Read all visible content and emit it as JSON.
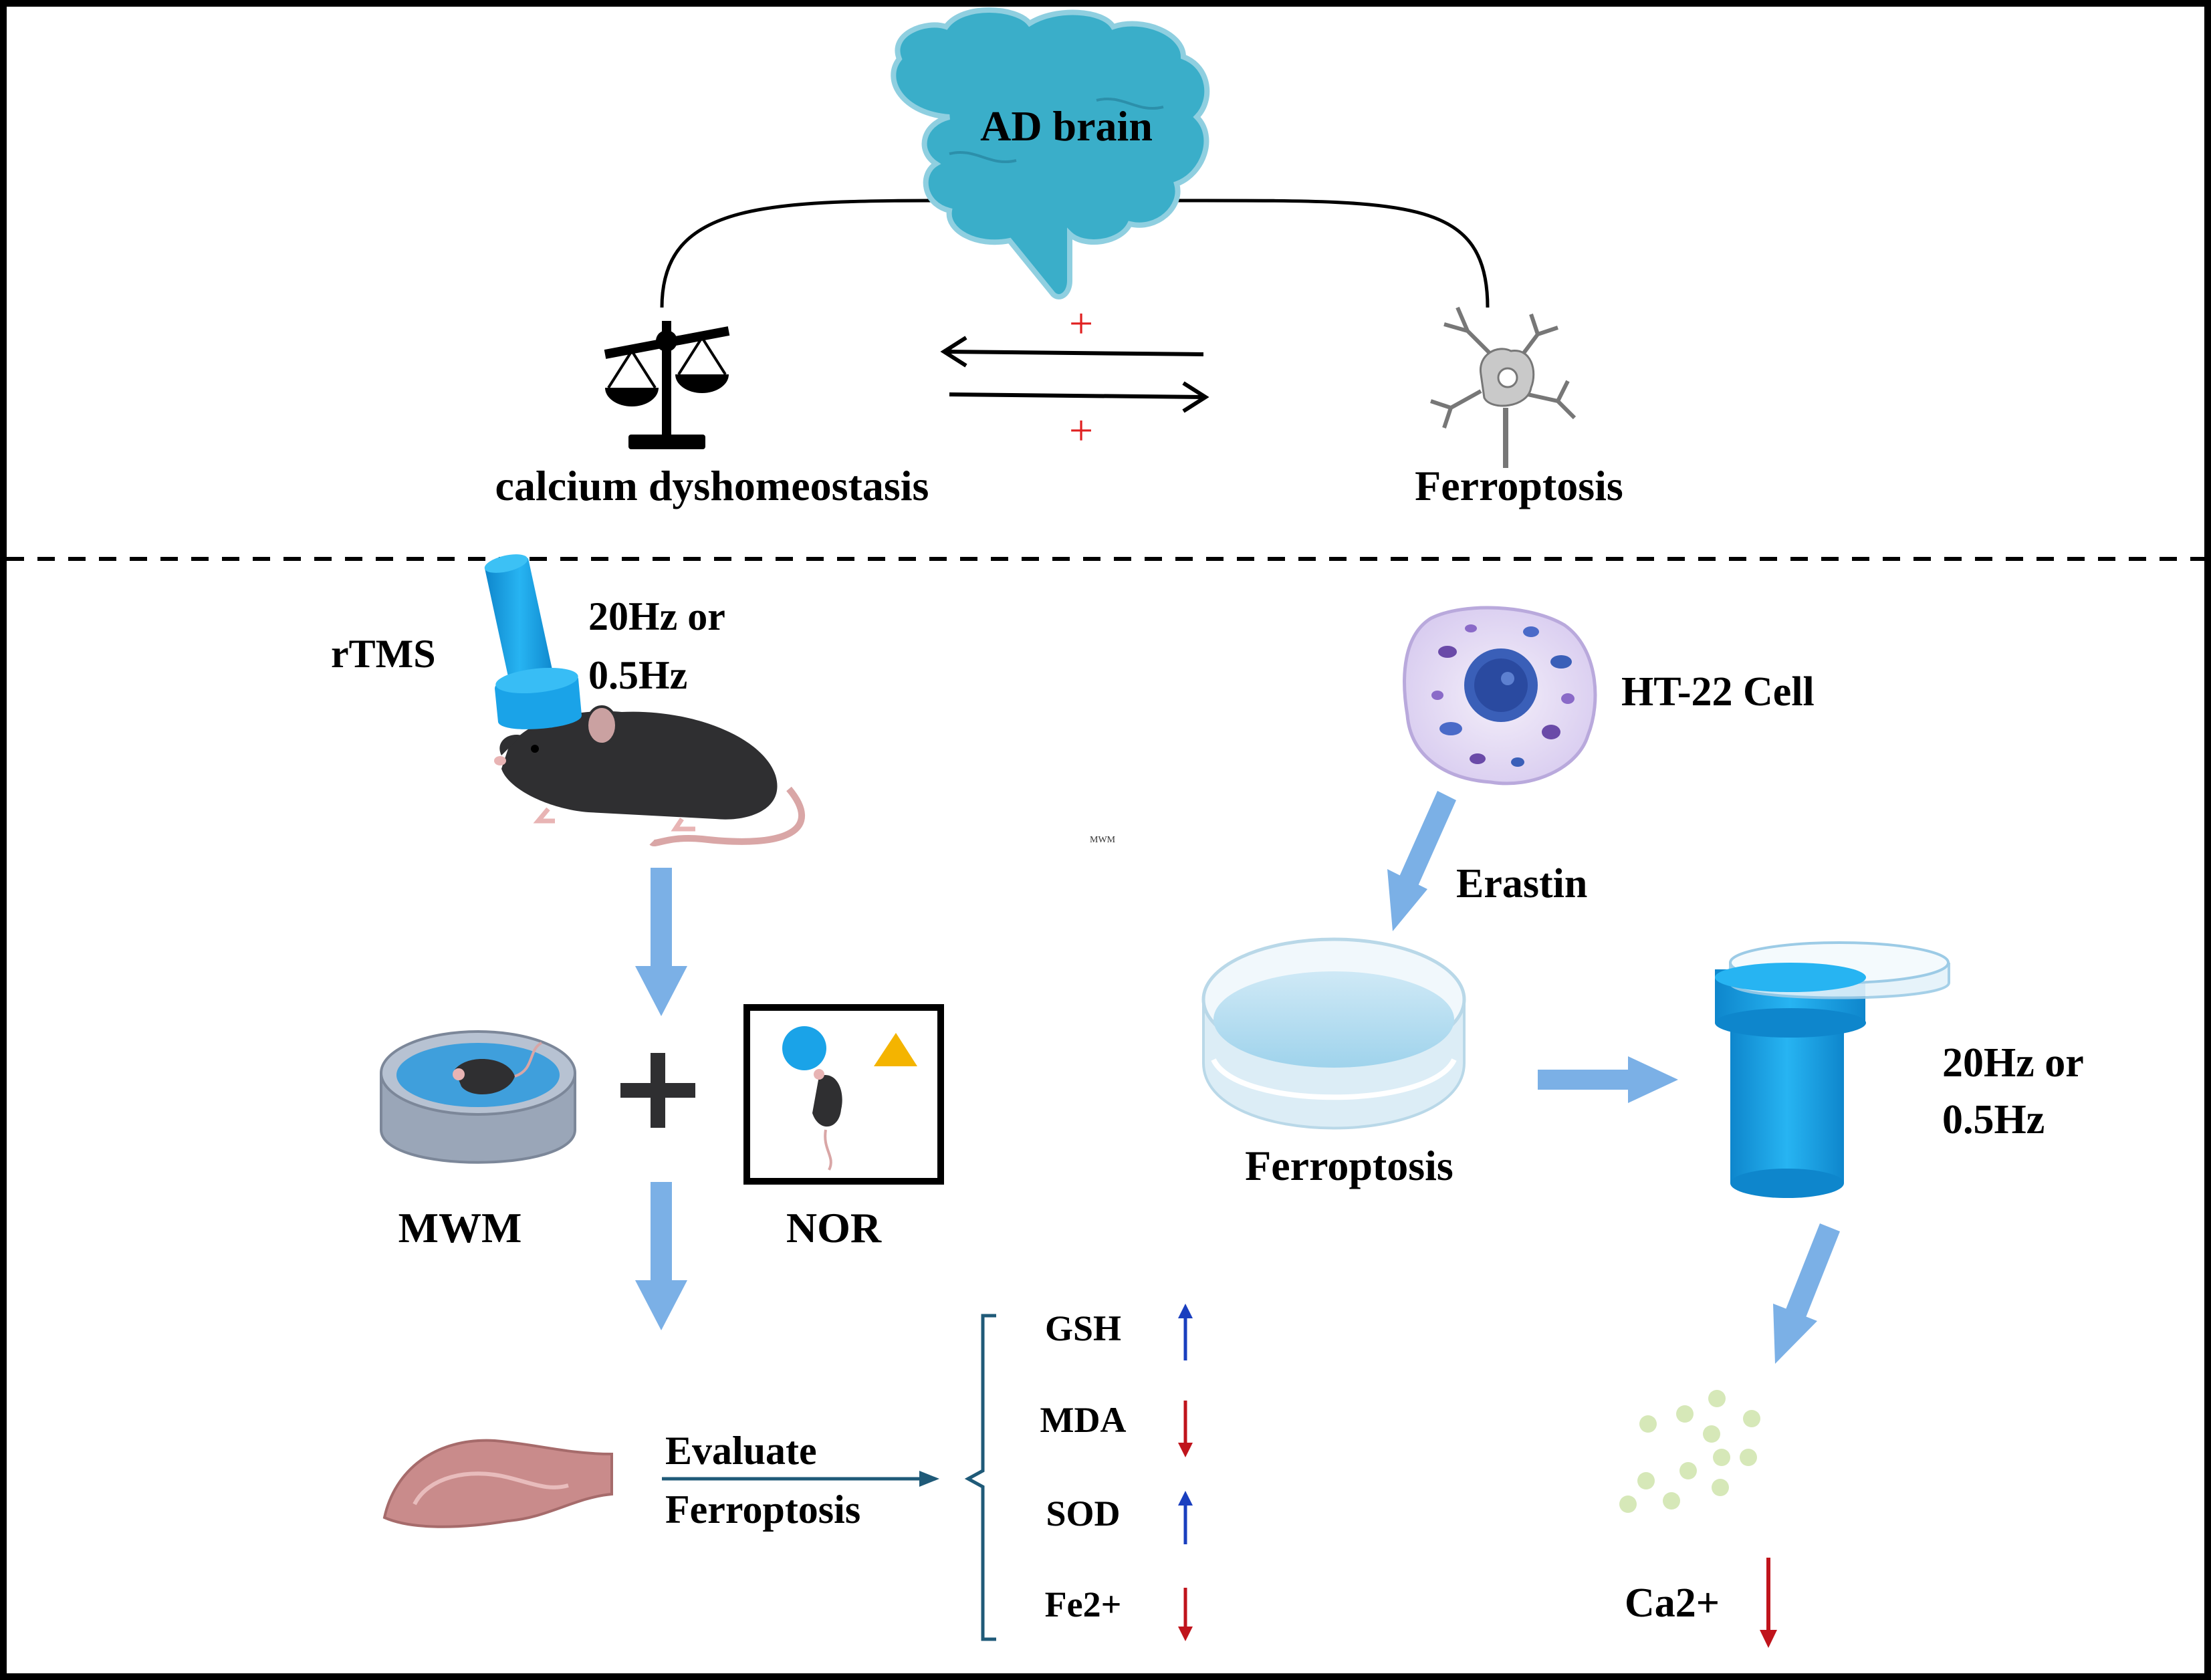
{
  "top": {
    "brain_label": "AD brain",
    "left_label": "calcium dyshomeostasis",
    "right_label": "Ferroptosis",
    "plus_top": "+",
    "plus_bottom": "+"
  },
  "in_vivo": {
    "rtms_label": "rTMS",
    "freq_line1": "20Hz or",
    "freq_line2": "0.5Hz",
    "tiny_label": "MWM",
    "mwm_label": "MWM",
    "nor_label": "NOR",
    "evaluate_line1": "Evaluate",
    "evaluate_line2": "Ferroptosis",
    "markers": [
      {
        "name": "GSH",
        "direction": "up"
      },
      {
        "name": "MDA",
        "direction": "down"
      },
      {
        "name": "SOD",
        "direction": "up"
      },
      {
        "name": "Fe2+",
        "direction": "down"
      }
    ]
  },
  "in_vitro": {
    "cell_label": "HT-22 Cell",
    "erastin_label": "Erastin",
    "dish_label": "Ferroptosis",
    "freq_line1": "20Hz or",
    "freq_line2": "0.5Hz",
    "calcium_label": "Ca2+"
  },
  "colors": {
    "brain": "#3aaec9",
    "flow_arrow": "#7bb0e6",
    "coil": "#1aa3e8",
    "up_arrow": "#1a3fbf",
    "down_arrow": "#c0141c",
    "plus": "#e02020",
    "bracket": "#1f5a78",
    "calcium_dots": "#d6e8b8"
  }
}
